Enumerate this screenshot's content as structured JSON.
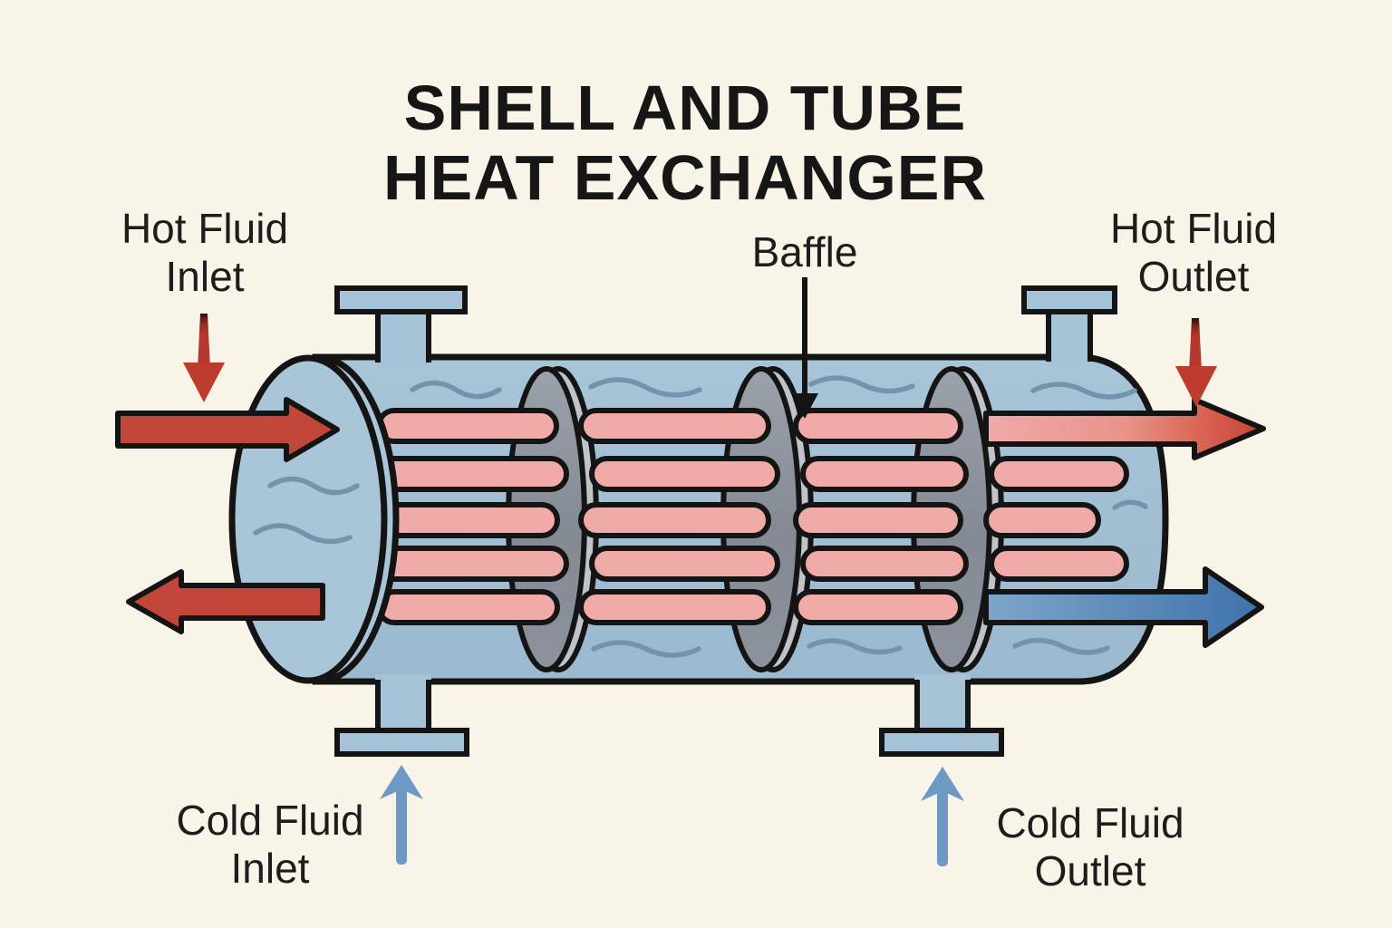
{
  "title": {
    "line1": "SHELL AND TUBE",
    "line2": "HEAT EXCHANGER"
  },
  "labels": {
    "hot_fluid_inlet": {
      "line1": "Hot Fluid",
      "line2": "Inlet"
    },
    "baffle": {
      "line1": "Baffle"
    },
    "hot_fluid_outlet": {
      "line1": "Hot Fluid",
      "line2": "Outlet"
    },
    "cold_fluid_inlet": {
      "line1": "Cold Fluid",
      "line2": "Inlet"
    },
    "cold_fluid_outlet": {
      "line1": "Cold Fluid",
      "line2": "Outlet"
    }
  },
  "colors": {
    "background": "#f8f4e8",
    "shell_blue": "#a2c0d4",
    "end_cap_blue": "#a9c5d8",
    "tube_pink": "#f0aaa8",
    "baffle_gray": "#868c96",
    "baffle_rim_gray": "#c0c4ca",
    "outline_black": "#141414",
    "hot_arrow_red": "#c3463a",
    "hot_outlet_red": "#c64336",
    "cold_arrow_blue": "#3e72aa",
    "up_arrow_blue": "#6d9ac4",
    "pointer_red": "#b5392c",
    "pointer_black": "#141414",
    "wave_blue": "#7294ad",
    "text": "#1d1d1d"
  },
  "diagram_parts": {
    "shell": "shell",
    "end_cap": "tube-sheet end cap",
    "baffle_count": "3",
    "tube_row_count": "5",
    "nozzle_count": "4"
  }
}
